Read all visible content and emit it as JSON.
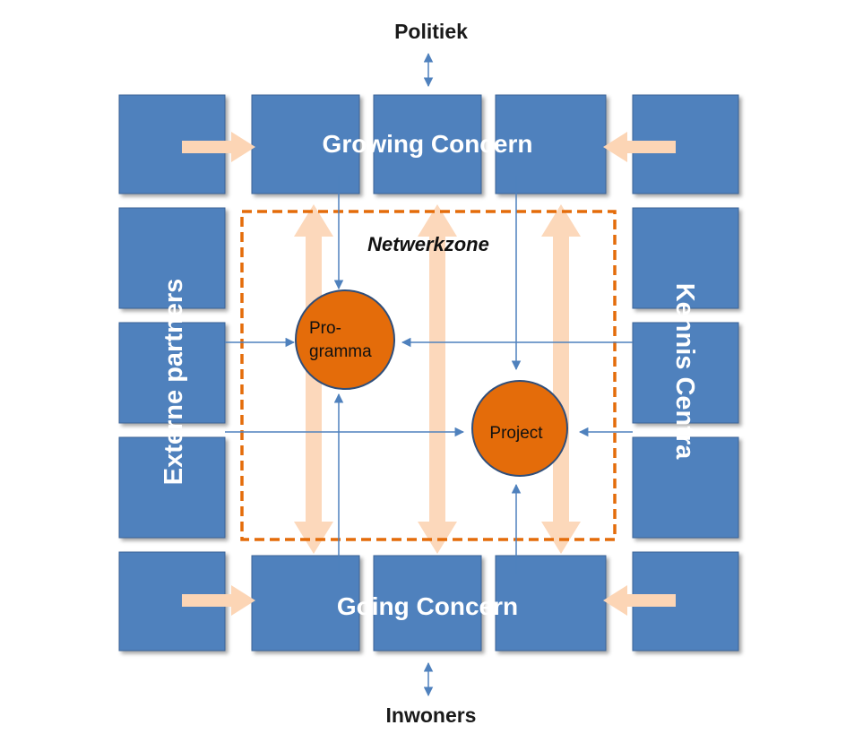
{
  "top_label": "Politiek",
  "bottom_label": "Inwoners",
  "top_bar": "Growing Concern",
  "bottom_bar": "Going Concern",
  "left_column": "Externe partners",
  "right_column": "Kennis Centra",
  "zone_label": "Netwerkzone",
  "programma": {
    "line1": "Pro-",
    "line2": "gramma"
  },
  "project": "Project",
  "colors": {
    "block": "#4f81bd",
    "block_edge": "#3a6496",
    "orange": "#e46c0a",
    "peach": "#fcd5b5",
    "connector": "#4f81bd",
    "text_dark": "#1a1a1a"
  }
}
